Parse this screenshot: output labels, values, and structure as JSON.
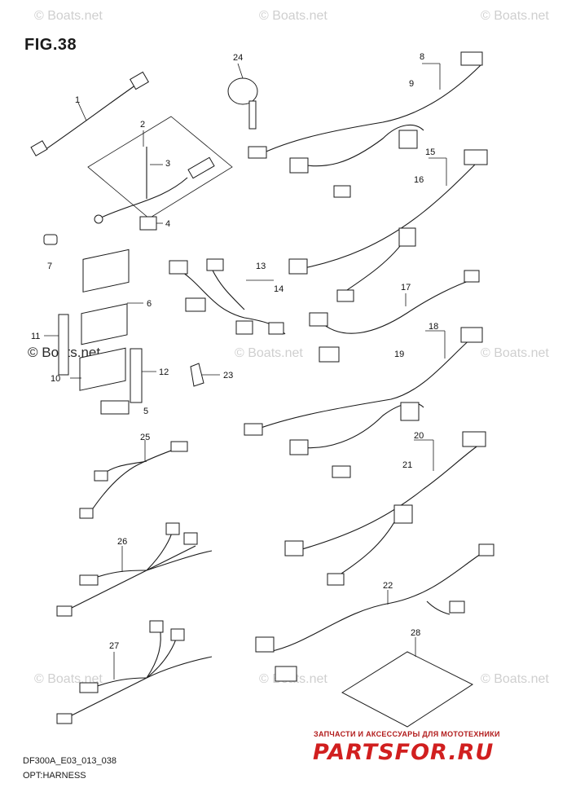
{
  "figure": {
    "title": "FIG.38"
  },
  "watermark": {
    "text": "© Boats.net"
  },
  "callouts": [
    "1",
    "2",
    "3",
    "4",
    "5",
    "6",
    "7",
    "8",
    "9",
    "10",
    "11",
    "12",
    "13",
    "14",
    "15",
    "16",
    "17",
    "18",
    "19",
    "20",
    "21",
    "22",
    "23",
    "24",
    "25",
    "26",
    "27",
    "28"
  ],
  "footer": {
    "code": "DF300A_E03_013_038",
    "name": "OPT:HARNESS"
  },
  "brand": {
    "tagline": "ЗАПЧАСТИ И АКСЕССУАРЫ ДЛЯ МОТОТЕХНИКИ",
    "logo": "PARTSFOR.RU"
  }
}
